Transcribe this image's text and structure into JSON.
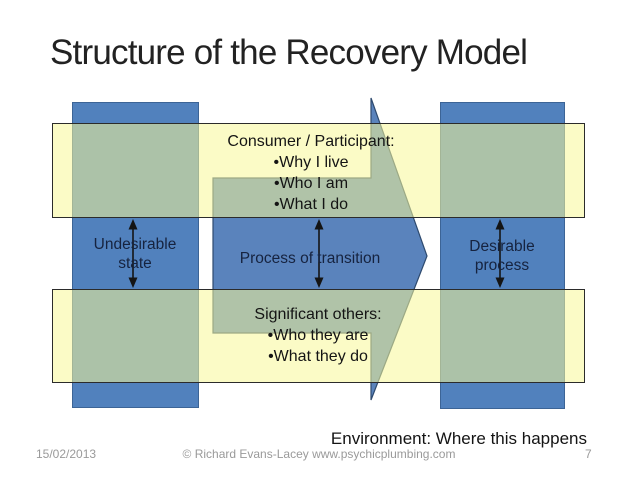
{
  "slide": {
    "title": "Structure of the Recovery Model",
    "colors": {
      "shape_blue": "#5181BD",
      "arrow_blue": "#5A83BC",
      "band_yellow": "#F7F798",
      "overlap_green": "#A9BEA6",
      "dark_text_on_blue": "#16233F"
    },
    "diagram": {
      "consumer_heading": "Consumer / Participant:",
      "consumer_bullets": [
        "•Why I live",
        "•Who I am",
        "•What I do"
      ],
      "undesirable_line1": "Undesirable",
      "undesirable_line2": "state",
      "process_label": "Process of transition",
      "desirable_line1": "Desirable",
      "desirable_line2": "process",
      "significant_heading": "Significant others:",
      "significant_bullets": [
        "•Who they are",
        "•What they do"
      ],
      "environment_label": "Environment: Where this happens"
    },
    "footer": {
      "date": "15/02/2013",
      "copyright": "© Richard Evans-Lacey www.psychicplumbing.com",
      "page_number": "7"
    }
  }
}
